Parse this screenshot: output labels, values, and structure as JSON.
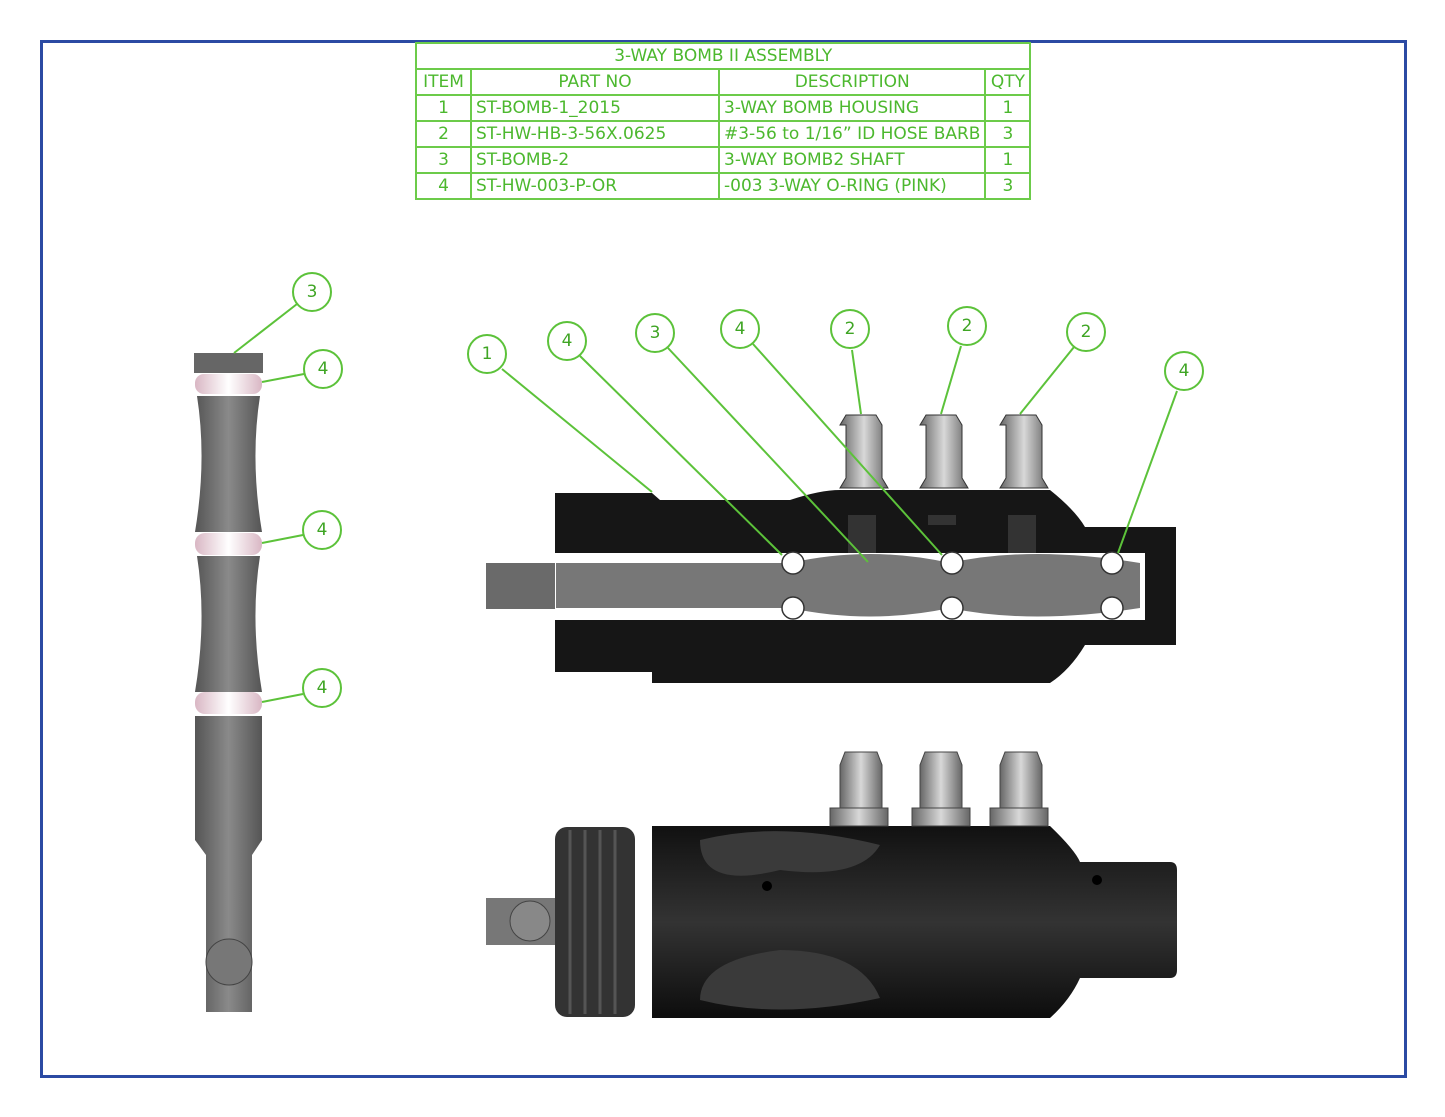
{
  "bom": {
    "title": "3-WAY BOMB II ASSEMBLY",
    "headers": [
      "ITEM",
      "PART NO",
      "DESCRIPTION",
      "QTY"
    ],
    "rows": [
      {
        "item": "1",
        "part_no": "ST-BOMB-1_2015",
        "description": "3-WAY BOMB HOUSING",
        "qty": "1"
      },
      {
        "item": "2",
        "part_no": "ST-HW-HB-3-56X.0625",
        "description": "#3-56 to 1/16” ID HOSE BARB",
        "qty": "3"
      },
      {
        "item": "3",
        "part_no": "ST-BOMB-2",
        "description": "3-WAY BOMB2 SHAFT",
        "qty": "1"
      },
      {
        "item": "4",
        "part_no": "ST-HW-003-P-OR",
        "description": "-003 3-WAY O-RING (PINK)",
        "qty": "3"
      }
    ]
  },
  "callouts": {
    "shaft_view": [
      "3",
      "4",
      "4",
      "4"
    ],
    "section_view": [
      "1",
      "4",
      "3",
      "4",
      "2",
      "2",
      "2",
      "4"
    ]
  },
  "colors": {
    "frame": "#2b4aa3",
    "annotation": "#5cc23a",
    "housing": "#1a1a1a",
    "shaft": "#6e6e6e"
  }
}
